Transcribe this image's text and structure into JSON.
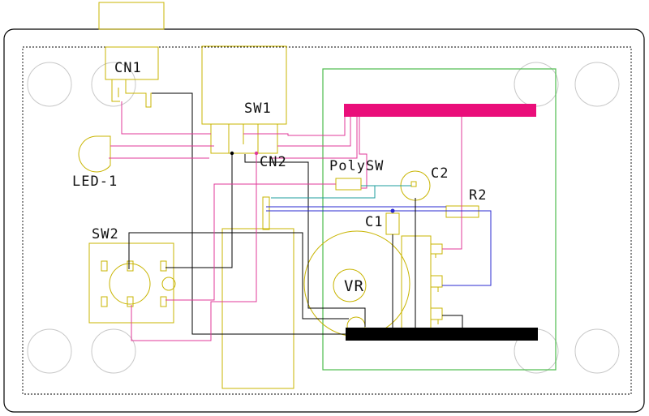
{
  "labels": {
    "cn1": "CN1",
    "sw1": "SW1",
    "cn2": "CN2",
    "led1": "LED-1",
    "polysw": "PolySW",
    "c2": "C2",
    "r2": "R2",
    "c1": "C1",
    "sw2": "SW2",
    "vr": "VR"
  },
  "colors": {
    "outline": "#000000",
    "part": "#c8b400",
    "pad": "#cccccc",
    "wire_black": "#000000",
    "wire_magenta": "#e0399a",
    "wire_blue": "#2828d0",
    "wire_teal": "#1c9c9c",
    "board": "#4cbc4c",
    "bus_magenta": "#ea0e7a",
    "bus_black": "#000000"
  }
}
